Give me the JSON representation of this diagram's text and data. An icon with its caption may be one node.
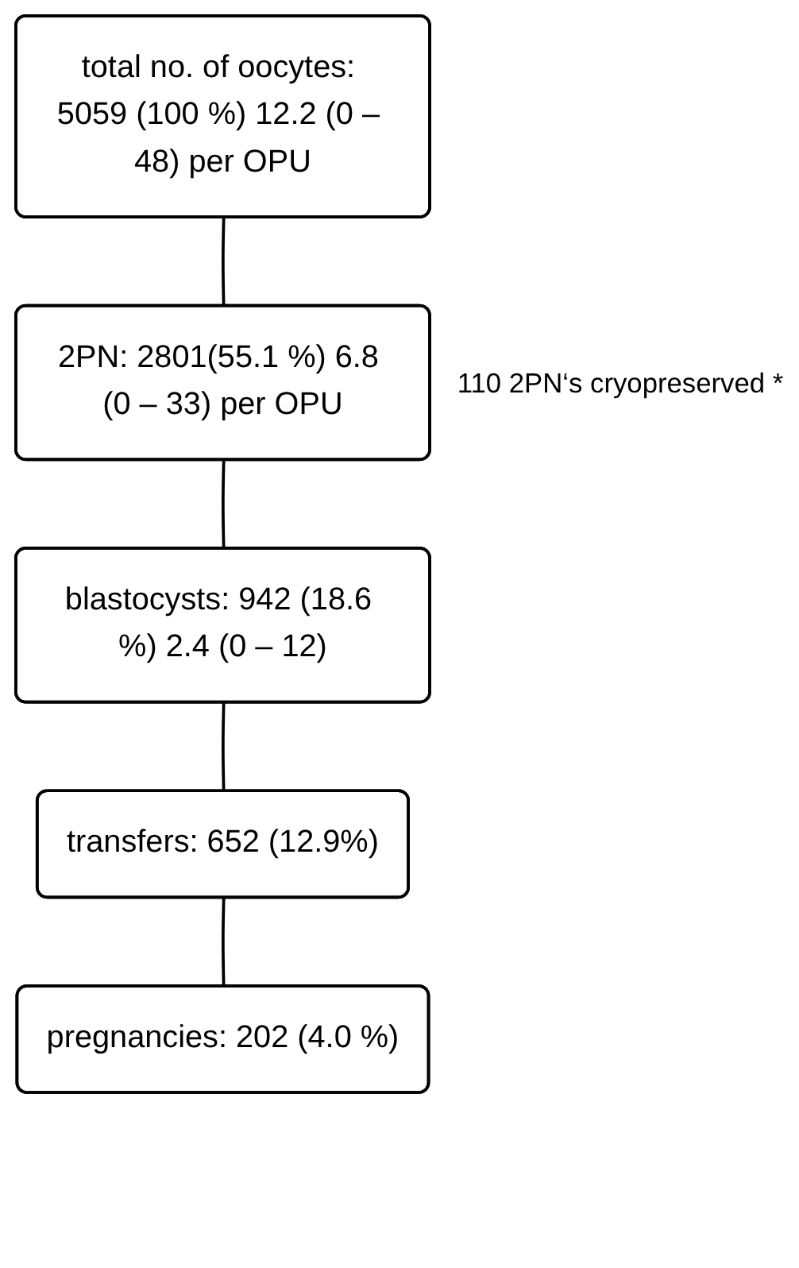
{
  "diagram": {
    "nodes": [
      {
        "text": [
          "total no. of oocytes: 5059 (100 %) 12.2 (0 – 48) per OPU"
        ]
      },
      {
        "text": [
          "2PN: 2801(55.1 %) 6.8 (0 – 33) per OPU"
        ],
        "beside": [
          "110 2PN‘s cryopreserved *"
        ]
      },
      {
        "text": [
          "blastocysts: 942 (18.6 %) 2.4 (0 – 12)"
        ]
      },
      {
        "text": [
          "transfers: 652 (12.9%)"
        ]
      },
      {
        "text": [
          "pregnancies: 202 (4.0 %)"
        ]
      }
    ],
    "edges": [
      {
        "from": 0,
        "to": 1,
        "arrow": "none"
      },
      {
        "from": 1,
        "to": 2,
        "arrow": "none"
      },
      {
        "from": 2,
        "to": 3,
        "arrow": "none"
      },
      {
        "from": 3,
        "to": 4,
        "arrow": "none"
      }
    ]
  }
}
